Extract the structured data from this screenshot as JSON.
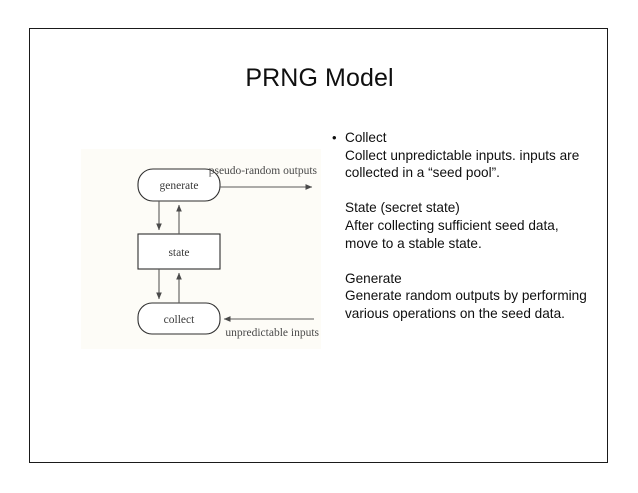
{
  "slide": {
    "title": "PRNG Model",
    "bullet_marker": "•"
  },
  "diagram": {
    "nodes": [
      {
        "id": "generate",
        "label": "generate",
        "shape": "rounded-box"
      },
      {
        "id": "state",
        "label": "state",
        "shape": "rectangle"
      },
      {
        "id": "collect",
        "label": "collect",
        "shape": "rounded-box"
      }
    ],
    "edge_labels": {
      "outputs": "pseudo-random outputs",
      "inputs": "unpredictable inputs"
    }
  },
  "content": {
    "blocks": [
      {
        "heading": "Collect",
        "body": "Collect unpredictable inputs. inputs are collected in a “seed pool”."
      },
      {
        "heading": "State (secret state)",
        "body": "After collecting sufficient seed data, move to a stable state."
      },
      {
        "heading": "Generate",
        "body": "Generate random outputs by performing various operations on the seed data."
      }
    ]
  }
}
